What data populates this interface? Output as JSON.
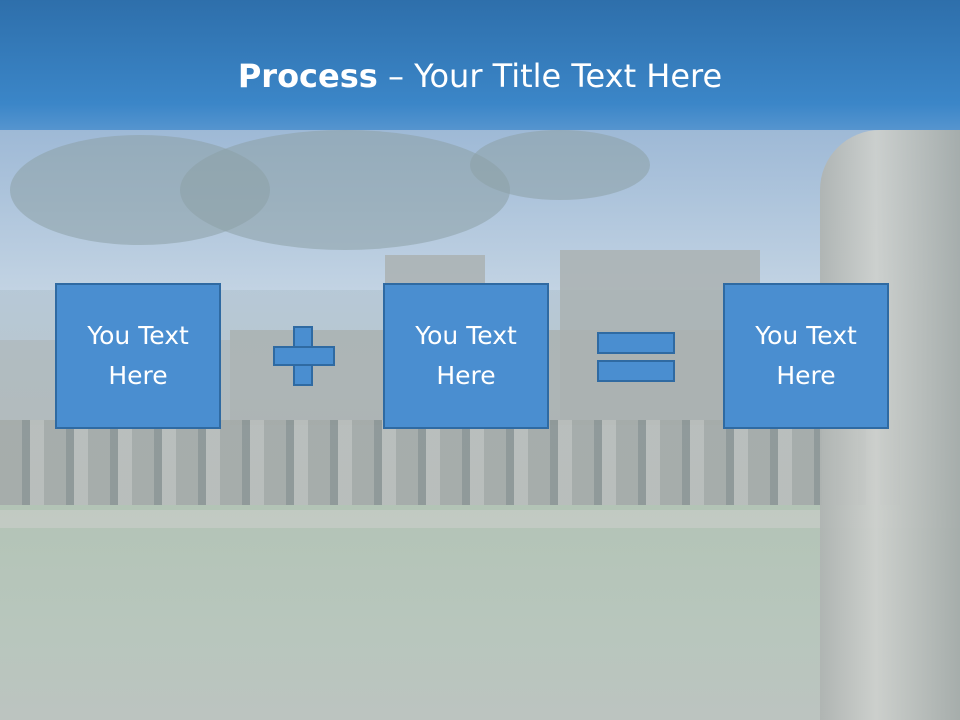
{
  "title": {
    "bold": "Process",
    "rest": " – Your Title Text Here"
  },
  "boxes": [
    {
      "text": "You Text Here"
    },
    {
      "text": "You Text Here"
    },
    {
      "text": "You Text Here"
    }
  ],
  "operators": [
    "plus-icon",
    "equals-icon"
  ],
  "colors": {
    "header": "#3b86c8",
    "box_fill": "#4a8ed0",
    "box_border": "#2f6aa2",
    "text": "#ffffff"
  }
}
